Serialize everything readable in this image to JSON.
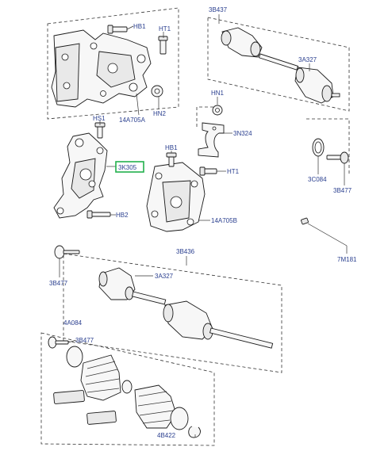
{
  "labels": {
    "hb1_top": "HB1",
    "ht1_top": "HT1",
    "bracket_top": "14A705A",
    "hn2": "HN2",
    "hs1": "HS1",
    "highlighted": "3K305",
    "hb2": "HB2",
    "hn1": "HN1",
    "strap": "3N324",
    "hb1_mid": "HB1",
    "ht1_mid": "HT1",
    "bracket_mid": "14A705B",
    "shaft_top": "3B437",
    "cv_top": "3A327",
    "ring": "3C084",
    "bolt_right": "3B477",
    "tie": "7M181",
    "shaft_bottom": "3B436",
    "bolt_left": "3B477",
    "cv_bottom": "3A327",
    "kit": "4A084",
    "bolt_kit": "3B477",
    "clip_kit": "4B422"
  },
  "colors": {
    "label": "#2a3f8f",
    "highlight": "#22b14c"
  }
}
